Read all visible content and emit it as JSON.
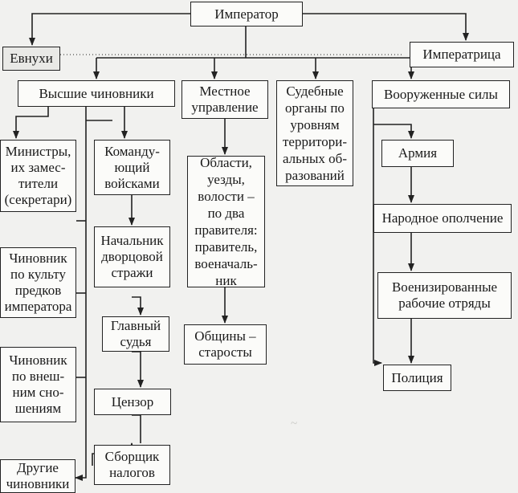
{
  "boxes": {
    "emperor": "Император",
    "eunuchs": "Евнухи",
    "empress": "Императрица",
    "high_officials": "Высшие чиновники",
    "local_govt": "Местное\nуправление",
    "courts": "Судебные\nорганы по\nуровням\nтерритори-\nальных об-\nразований",
    "armed_forces": "Вооруженные силы",
    "ministers": "Министры,\nих замес-\nтители\n(секретари)",
    "commanders": "Команду-\nющий\nвойсками",
    "regions": "Области,\nуезды,\nволости –\nпо два\nправителя:\nправитель,\nвоеначаль-\nник",
    "army": "Армия",
    "militia": "Народное ополчение",
    "ancestor_cult": "Чиновник\nпо культу\nпредков\nимператора",
    "palace_guard": "Начальник\nдворцовой\nстражи",
    "paramilitary": "Военизированные\nрабочие отряды",
    "chief_judge": "Главный\nсудья",
    "communes": "Общины –\nстаросты",
    "foreign_relations": "Чиновник\nпо внеш-\nним сно-\nшениям",
    "police": "Полиция",
    "censor": "Цензор",
    "other_officials": "Другие\nчиновники",
    "tax_collector": "Сборщик\nналогов"
  },
  "stray_mark": "~"
}
